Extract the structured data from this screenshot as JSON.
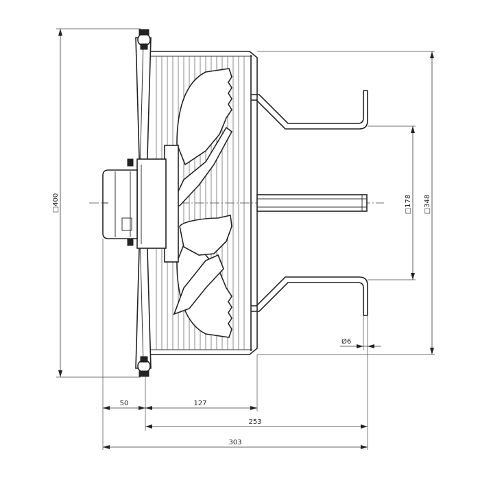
{
  "dimensions": {
    "overall_width": "303",
    "motor_to_flange": "50",
    "flange_to_guard": "127",
    "flange_to_bracket": "253",
    "guard_height": "□400",
    "bracket_span": "□178",
    "bracket_outer": "□348",
    "hole_diameter": "Ø6"
  }
}
